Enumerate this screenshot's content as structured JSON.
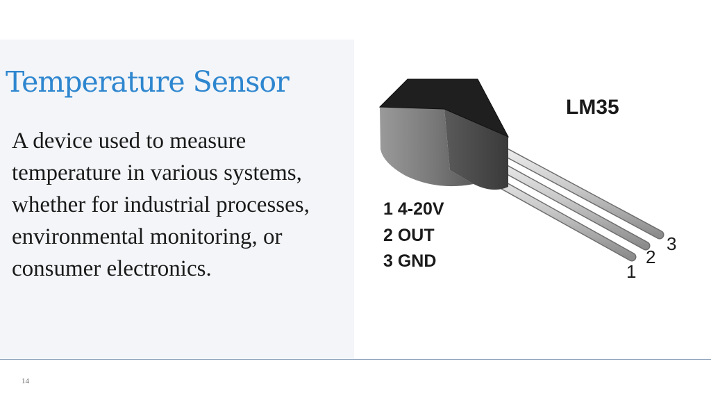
{
  "slide": {
    "title": "Temperature Sensor",
    "body": "A device used to measure temperature in various systems, whether for industrial processes, environmental monitoring, or consumer electronics.",
    "page_number": "14"
  },
  "figure": {
    "part_name": "LM35",
    "pin_list": [
      "1 4-20V",
      "2 OUT",
      "3 GND"
    ],
    "lead_numbers": [
      "1",
      "2",
      "3"
    ]
  }
}
